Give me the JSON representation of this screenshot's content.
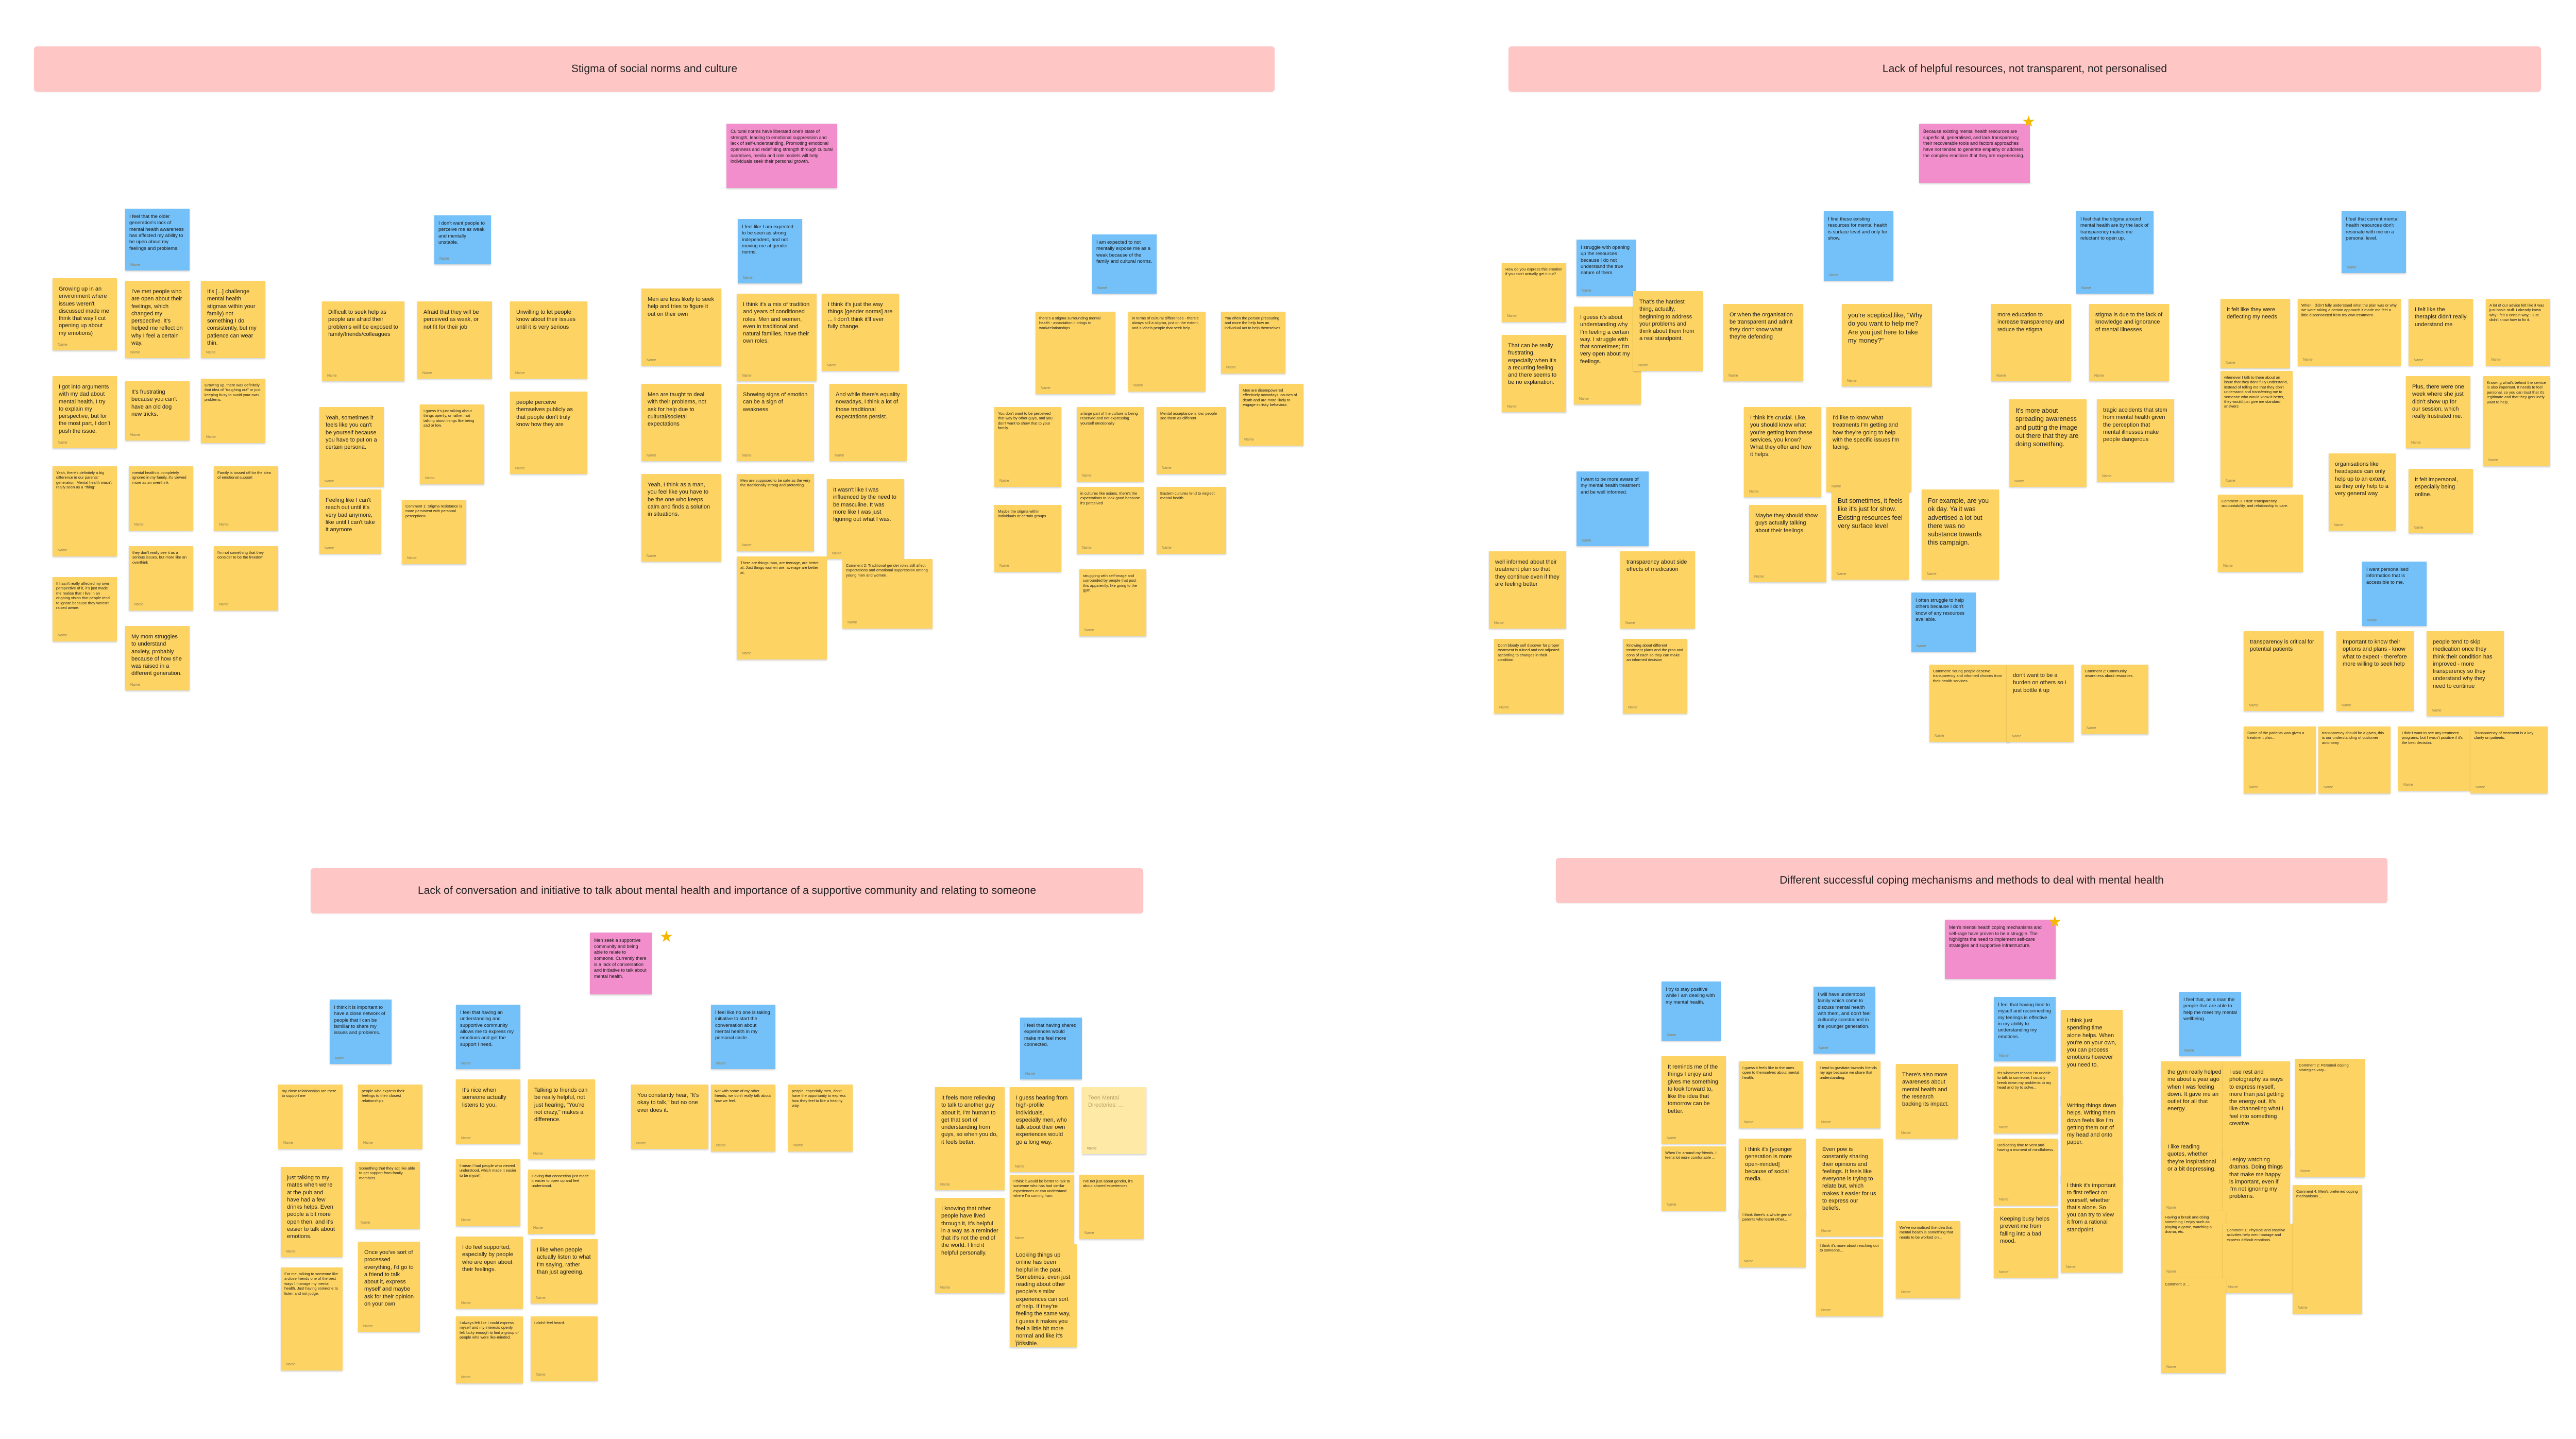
{
  "headers": {
    "stigma": "Stigma of social norms and culture",
    "resources": "Lack of helpful resources, not transparent, not personalised",
    "conversation": "Lack of conversation and initiative to talk about mental health and importance of a supportive community and relating to someone",
    "coping": "Different successful coping mechanisms and methods to deal with mental health"
  },
  "star_glyph": "★",
  "author": "Name",
  "q1": {
    "pink": "Cultural norms have liberated one's state of strength, leading to emotional suppression and lack of self-understanding. Promoting emotional openness and redefining strength through cultural narratives, media and role models will help individuals seek their personal growth.",
    "blue_a": "I feel that the older generation's lack of mental health awareness has affected my ability to be open about my feelings and problems.",
    "blue_b": "I don't want people to perceive me as weak and mentally unstable.",
    "blue_c": "I feel like I am expected to be seen as strong, independent, and not moving me at gender norms.",
    "blue_d": "I am expected to not mentally expose me as a weak because of the family and cultural norms.",
    "y1": "Growing up in an environment where issues weren't discussed made me think that way I cut opening up about my emotions)",
    "y2": "I've met people who are open about their feelings, which changed my perspective. It's helped me reflect on why I feel a certain way.",
    "y3": "It's [...] challenge mental health stigmas within your family) not something I do consistently, but my patience can wear thin.",
    "y4": "I got into arguments with my dad about mental health. I try to explain my perspective, but for the most part, I don't push the issue.",
    "y5": "It's frustrating because you can't have an old dog new tricks.",
    "y6": "Growing up, there was definitely that idea of \"toughing out\" or just keeping busy to avoid your own problems.",
    "y7": "Yeah, there's definitely a big difference in our parents' generation. Mental health wasn't really seen as a \"thing\".",
    "y8": "mental health is completely ignored in my family, it's viewed more as an overthink",
    "y9": "Family is tossed off for the idea of emotional support",
    "y10": "they don't really see it as a serious issues, but more like an overthink",
    "y11": "I'm not something that they consider to be the freedom",
    "y12": "It hasn't really affected my own perspective of it, it's just made me realise that I live in an ongoing vision that people tend to ignore because they weren't raised aware.",
    "y13": "My mom struggles to understand anxiety, probably because of how she was raised in a different generation.",
    "y14": "Difficult to seek help as people are afraid their problems will be exposed to family/friends/colleagues",
    "y15": "Afraid that they will be perceived as weak, or not fit for their job",
    "y16": "Unwilling to let people know about their issues until it is very serious",
    "y17": "Yeah, sometimes it feels like you can't be yourself because you have to put on a certain persona.",
    "y18": "I guess it's just talking about things openly, or rather, not talking about things like being sad or low.",
    "y19": "people perceive themselves publicly as that people don't truly know how they are",
    "y20": "Feeling like I can't reach out until it's very bad anymore, like until I can't take it anymore",
    "y21": "Comment 1: Stigma resistance is more persistent with personal perceptions.",
    "y22": "Men are less likely to seek help and tries to figure it out on their own",
    "y23": "I think it's a mix of tradition and years of conditioned roles. Men and women, even in traditional and natural families, have their own roles.",
    "y24": "I think it's just the way things [gender norms] are ... I don't think it'll ever fully change.",
    "y25": "Men are taught to deal with their problems, not ask for help due to cultural/societal expectations",
    "y26": "Showing signs of emotion can be a sign of weakness",
    "y27": "And while there's equality nowadays, I think a lot of those traditional expectations persist.",
    "y28": "Yeah, I think as a man, you feel like you have to be the one who keeps calm and finds a solution in situations.",
    "y29": "Men are supposed to be safe as the very the traditionally strong and protecting.",
    "y30": "It wasn't like I was influenced by the need to be masculine. It was more like I was just figuring out what I was.",
    "y31": "There are things man, are teenage, are better at. Just things women are, average are better at.",
    "y32": "Comment 2: Traditional gender roles still affect expectations and emotional suppression among young men and women.",
    "y33": "there's a stigma surrounding mental health - association it brings to work/relationships",
    "y34": "In terms of cultural differences - there's always still a stigma, just on the extent, and it labels people that seek help.",
    "y35": "You often the person pressuring and more the help how an individual act to help themselves",
    "y36": "You don't want to be perceived that way by other guys, and you don't want to show that to your family.",
    "y37": "a large part of the culture is being reserved and not expressing yourself emotionally",
    "y38": "Mental acceptance is low, people see them as different",
    "y39": "Men are disempowered effectively nowadays, causes of death and are more likely to engage in risky behaviour.",
    "y40": "Maybe the stigma within individuals or certain groups.",
    "y41": "in cultures like asians, there's the expectations to look good because it's perceived",
    "y42": "Eastern cultures tend to neglect mental health",
    "y43": "struggling with self-image and surrounded by people that post this apparently, like going to the gym."
  },
  "q2": {
    "pink": "Because existing mental health resources are superficial, generalised, and lack transparency, their recoverable tools and factors approaches have not tended to generate empathy or address the complex emotions that they are experiencing.",
    "blue_a": "I struggle with opening up the resources because I do not understand the true nature of them.",
    "blue_b": "I find these existing resources for mental health is surface level and only for show.",
    "blue_c": "I feel that the stigma around mental health are by the lack of transparency makes me reluctant to open up.",
    "blue_d": "I feel that current mental health resources don't resonate with me on a personal level.",
    "blue_e": "I want to be more aware of my mental health treatment and be well informed.",
    "blue_f": "I often struggle to help others because I don't know of any resources available.",
    "blue_g": "I want personalised information that is accessible to me.",
    "y1": "How do you express this emotion if you can't actually get it out?",
    "y2": "I guess it's about understanding why I'm feeling a certain way. I struggle with that sometimes; I'm very open about my feelings.",
    "y3": "That's the hardest thing, actually, beginning to address your problems and think about them from a real standpoint.",
    "y4": "That can be really frustrating, especially when it's a recurring feeling and there seems to be no explanation.",
    "y5": "Or when the organisation be transparent and admit they don't know what they're defending",
    "y6": "you're sceptical,like, \"Why do you want to help me? Are you just here to take my money?\"",
    "y7": "more education to increase transparency and reduce the stigma",
    "y8": "stigma is due to the lack of knowledge and ignorance of mental illnesses",
    "y9": "I think it's crucial. Like, you should know what you're getting from these services, you know? What they offer and how it helps.",
    "y10": "I'd like to know what treatments I'm getting and how they're going to help with the specific issues I'm facing.",
    "y11": "It's more about spreading awareness and putting the image out there that they are doing something.",
    "y12": "tragic accidents that stem from mental health given the perception that mental illnesses make people dangerous",
    "y13": "Maybe they should show guys actually talking about their feelings.",
    "y14": "But sometimes, it feels like it's just for show. Existing resources feel very surface level",
    "y15": "For example, are you ok day. Ya it was advertised a lot but there was no substance towards this campaign.",
    "y16": "well informed about their treatment plan so that they continue even if they are feeling better",
    "y17": "transparency about side effects of medication",
    "y18": "Don't bloody self discover for proper treatment is ruined and not adjusted according to changes in their condition.",
    "y19": "Knowing about different treatment plans and the pros and cons of each so they can make an informed decision",
    "y20": "Comment: Young people deserve transparency and informed choices from their health services.",
    "y21": "don't want to be a burden on others so i just bottle it up",
    "y22": "Comment 2: Community awareness about resources.",
    "y23": "It felt like they were deflecting my needs",
    "y24": "When I didn't fully understand what the plan was or why we were taking a certain approach it made me feel a little disconnected from my own treatment.",
    "y25": "I felt like the therapist didn't really understand me",
    "y26": "A lot of our advice felt like it was just basic stuff. I already knew why I felt a certain way, I just didn't know how to fix it.",
    "y27": "whenever I talk to them about an issue that they don't fully understand, instead of telling me that they don't understand and transferring me to someone who would know it better, they would just give me standard answers",
    "y28": "Plus, there were one week where she just didn't show up for our session, which really frustrated me.",
    "y29": "Knowing what's behind the service is also important. It needs to feel personal, so you can trust that it's legitimate and that they genuinely want to help.",
    "y30": "Comment 3: Trust: transparency, accountability, and relationship to care.",
    "y31": "organisations like headspace can only help up to an extent, as they only help to a very general way",
    "y32": "It felt impersonal, especially being online.",
    "y33": "transparency is critical for potential patients",
    "y34": "Important to know their options and plans - know what to expect - therefore more willing to seek help",
    "y35": "people tend to skip medication once they think their condition has improved - more transparency so they understand why they need to continue",
    "y36": "Some of the patients was given a treatment plan...",
    "y37": "transparency should be a given, this is our understanding of customer autonomy",
    "y38": "I didn't want to see any treatment programs, but I wasn't positive if it's the best decision.",
    "y39": "Transparency of treatment is a key clarity on patients."
  },
  "q3": {
    "pink": "Men seek a supportive community and being able to relate to someone. Currently there is a lack of conversation and initiative to talk about mental health.",
    "blue_a": "I think it is important to have a close network of people that I can be familiar to share my issues and problems.",
    "blue_b": "I feel that having an understanding and supportive community allows me to express my emotions and get the support I need.",
    "blue_c": "I feel like no one is taking initiative to start the conversation about mental health in my personal circle.",
    "blue_d": "I feel that having shared experiences would make me feel more connected.",
    "y1": "my close relationships are there to support me",
    "y2": "people who express their feelings to their closest relationships",
    "y3": "just talking to my mates when we're at the pub and have had a few drinks helps. Even people a bit more open then, and it's easier to talk about emotions.",
    "y4": "Something that they act like able to get support from family members.",
    "y5": "For me, talking to someone like a close friends one of the best ways I manage my mental health. Just having someone to listen and not judge.",
    "y6": "Once you've sort of processed everything, I'd go to a friend to talk about it, express myself and maybe ask for their opinion on your own",
    "y7": "It's nice when someone actually listens to you.",
    "y8": "Talking to friends can be really helpful, not just hearing, \"You're not crazy,\" makes a difference.",
    "y9": "I mean I had people who viewed understood, which made it easier to be myself.",
    "y10": "Having that connection just made it easier to open up and feel understood.",
    "y11": "I do feel supported, especially by people who are open about their feelings.",
    "y12": "I like when people actually listen to what I'm saying, rather than just agreeing.",
    "y13": "I always felt like I could express myself and my interests openly, felt lucky enough to find a group of people who were like-minded.",
    "y14": "I didn't feel heard.",
    "y15": "You constantly hear, \"It's okay to talk,\" but no one ever does it.",
    "y16": "Not with some of my other friends, we don't really talk about how we feel.",
    "y17": "people, especially men, don't have the opportunity to express how they feel to like a healthy way.",
    "y18": "It feels more relieving to talk to another guy about it. I'm human to get that sort of understanding from guys, so when you do, it feels better.",
    "y19": "I guess hearing from high-profile individuals, especially men, who talk about their own experiences would go a long way.",
    "y20": "Teen Mental Directories: ...",
    "y21": "I think it would be better to talk to someone who has had similar experiences or can understand where I'm coming from.",
    "y22": "I've not just about gender, it's about shared experiences.",
    "y23": "I knowing that other people have lived through it, it's helpful in a way as a reminder that it's not the end of the world. I find it helpful personally.",
    "y24": "Looking things up online has been helpful in the past. Sometimes, even just reading about other people's similar experiences can sort of help. If they're feeling the same way, I guess it makes you feel a little bit more normal and like it's possible."
  },
  "q4": {
    "pink": "Men's mental health coping mechanisms and self-rage have proven to be a struggle. The highlights the need to implement self-care strategies and supportive infrastructure.",
    "blue_a": "I try to stay positive while I am dealing with my mental health.",
    "blue_b": "I will have understood family which come to discuss mental health with them, and don't feel culturally constrained in the younger generation.",
    "blue_c": "I feel that having time to myself and reconnecting my feelings is effective in my ability to understanding my emotions.",
    "blue_d": "I feel that, as a man the people that are able to help me meet my mental wellbeing.",
    "y1": "It reminds me of the things I enjoy and gives me something to look forward to, like the idea that tomorrow can be better.",
    "y2": "I guess it feels like to the ones open to themselves about mental health.",
    "y3": "I think it's [younger generation is more open-minded] because of social media.",
    "y4": "When I'm around my friends, I feel a lot more comfortable ...",
    "y5": "I tend to gravitate towards friends my age because we share that understanding.",
    "y6": "Even pow is constantly sharing their opinions and feelings. It feels like everyone is trying to relate but, which makes it easier for us to express our beliefs.",
    "y7": "There's also more awareness about mental health and the research backing its impact.",
    "y8": "I think there's a whole gen of parents who learnt other...",
    "y9": "I think it's more about reaching out to someone...",
    "y10": "We've normalised the idea that mental health is something that needs to be worked on...",
    "y11": "I think just spending time alone helps. When you're on your own, you can process emotions however you need to.",
    "y12": "It's whatever reason I'm unable to talk to someone, I usually break down my problems to my head and try to solve...",
    "y13": "Writing things down helps. Writing them down feels like I'm getting them out of my head and onto paper.",
    "y14": "Dedicating time to vent and having a moment of mindfulness.",
    "y15": "I think it's important to first reflect on yourself, whether that's alone. So you can try to view it from a rational standpoint.",
    "y16": "Keeping busy helps prevent me from falling into a bad mood.",
    "y17": "the gym really helped me about a year ago when I was feeling down. It gave me an outlet for all that energy.",
    "y18": "I like reading quotes, whether they're inspirational or a bit depressing.",
    "y19": "I use rest and photography as ways to express myself, more than just getting the energy out. It's like channeling what I feel into something creative.",
    "y20": "I enjoy watching dramas. Doing things that make me happy is important, even if I'm not ignoring my problems.",
    "y21": "Having a break and doing something I enjoy such as playing a game, watching a drama, etc.",
    "y22": "Comment 1: Physical and creative activities help men manage and express difficult emotions.",
    "y23": "Comment 2: Personal coping strategies vary...",
    "y24": "Comment 3: ...",
    "y25": "Comment 4: Men's preferred coping mechanisms ..."
  }
}
